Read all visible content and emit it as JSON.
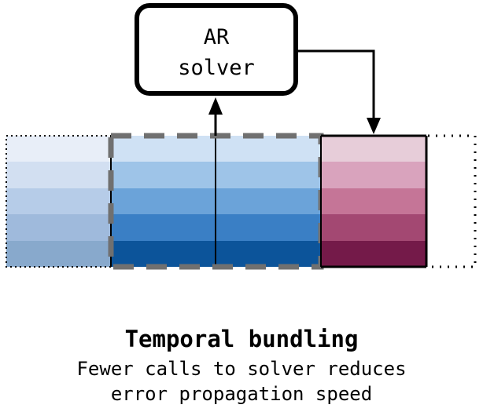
{
  "solver_box": {
    "line1": "AR",
    "line2": "solver"
  },
  "caption": {
    "title": "Temporal bundling",
    "line1": "Fewer calls to solver reduces",
    "line2": "error propagation speed"
  },
  "colors": {
    "history_block": [
      "#e8eef8",
      "#d2dff1",
      "#b6cce8",
      "#9fbadc",
      "#88a9cc"
    ],
    "input_blocks": [
      "#cfe1f4",
      "#9ec4e8",
      "#6ba3d9",
      "#3a7fc5",
      "#0c549a"
    ],
    "prediction_block": [
      "#e7cdd9",
      "#d9a3bd",
      "#c57597",
      "#a34872",
      "#741a49"
    ],
    "dashed_outline": "#707070",
    "stroke": "#000000"
  }
}
